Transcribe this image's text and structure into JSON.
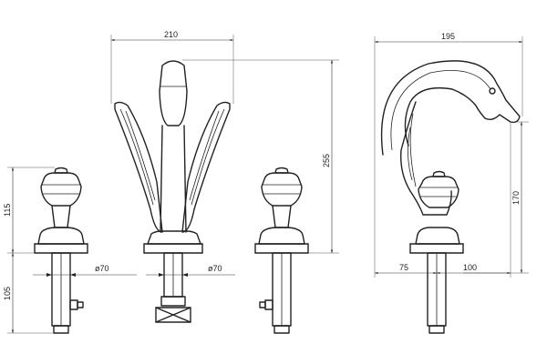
{
  "dimensions": {
    "spread_width": "210",
    "spout_width": "195",
    "handle_height": "115",
    "shank_length": "105",
    "diameter_left": "ø70",
    "diameter_right": "ø70",
    "total_height": "255",
    "spout_height": "170",
    "spout_offset_back": "75",
    "spout_reach": "100"
  }
}
